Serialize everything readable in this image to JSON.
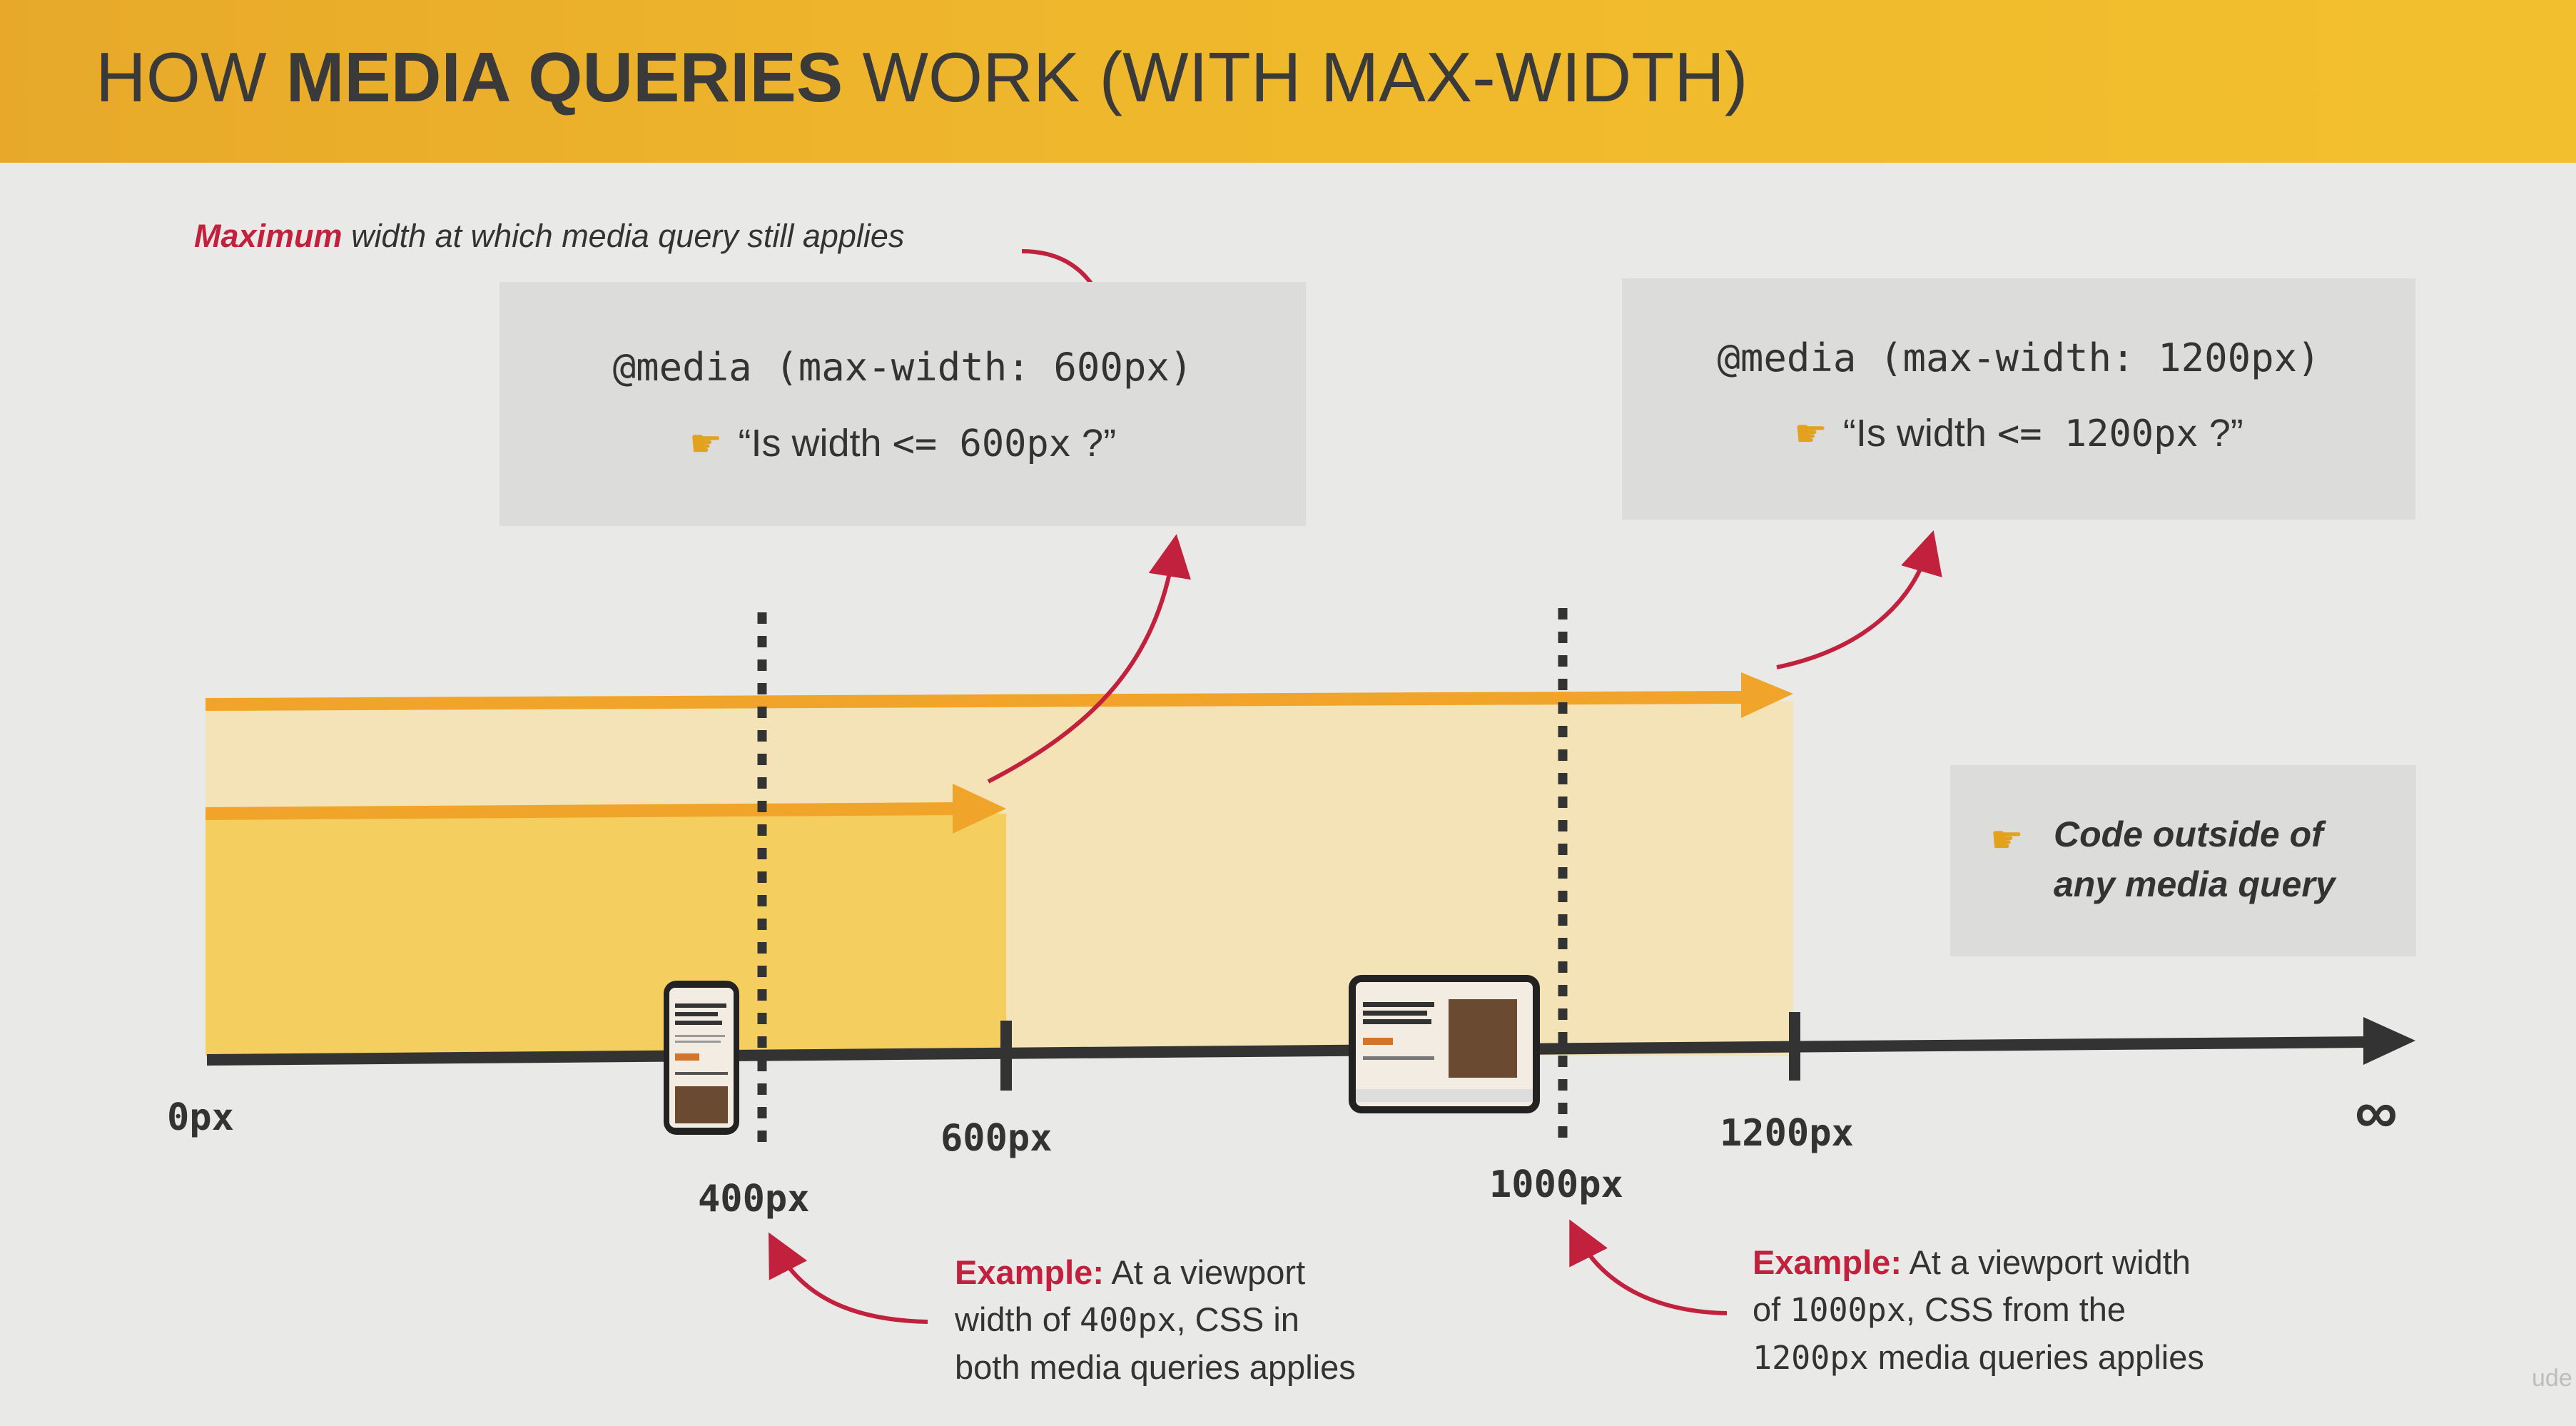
{
  "title": {
    "prefix": "HOW",
    "bold": "MEDIA QUERIES",
    "suffix": "WORK (WITH MAX-WIDTH)"
  },
  "annotation": {
    "bold": "Maximum",
    "rest": " width at which media query still applies"
  },
  "query_600": {
    "code": "@media (max-width: 600px)",
    "q_open": "“Is width ",
    "q_code": "<= 600px",
    "q_close": " ?”"
  },
  "query_1200": {
    "code": "@media (max-width: 1200px)",
    "q_open": "“Is width ",
    "q_code": "<= 1200px",
    "q_close": " ?”"
  },
  "outside_note": {
    "line1": "Code outside of",
    "line2": "any media query"
  },
  "axis": {
    "start": "0px",
    "ticks": [
      "600px",
      "1200px"
    ],
    "dotted": [
      "400px",
      "1000px"
    ],
    "end": "∞"
  },
  "example_400": {
    "label": "Example:",
    "line1": " At a viewport",
    "line2_a": "width of ",
    "line2_code": "400px",
    "line2_b": ", CSS in",
    "line3": "both media queries applies"
  },
  "example_1000": {
    "label": "Example:",
    "line1": " At a viewport width",
    "line2_a": "of ",
    "line2_code": "1000px",
    "line2_b": ", CSS from the",
    "line3_code": "1200px",
    "line3_b": " media queries applies"
  },
  "corner_mark": "ude",
  "colors": {
    "header": "#efb82c",
    "accent_red": "#c2213e",
    "orange_arrow": "#f0a52a",
    "axis": "#333333"
  }
}
